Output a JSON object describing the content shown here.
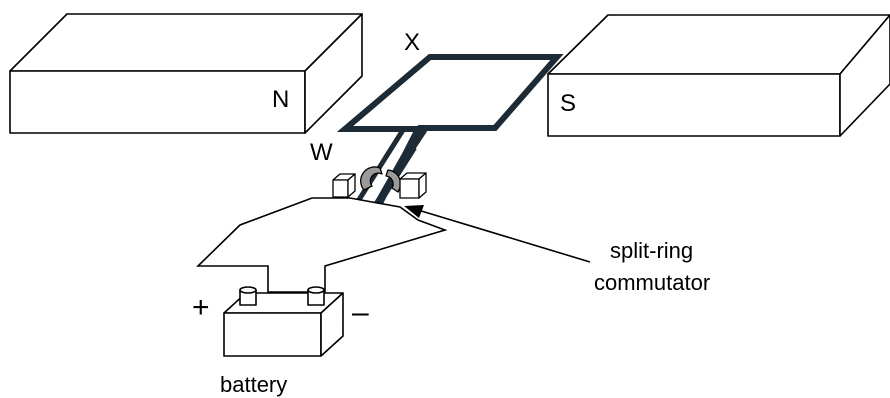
{
  "labels": {
    "north_pole": "N",
    "south_pole": "S",
    "side_x": "X",
    "side_w": "W",
    "commutator_line1": "split-ring",
    "commutator_line2": "commutator",
    "battery": "battery",
    "positive": "+",
    "negative": "–"
  },
  "colors": {
    "coil": "#1d2b36",
    "outline": "#000000",
    "fill": "#ffffff",
    "commutator_gray": "#9a9a9a"
  }
}
